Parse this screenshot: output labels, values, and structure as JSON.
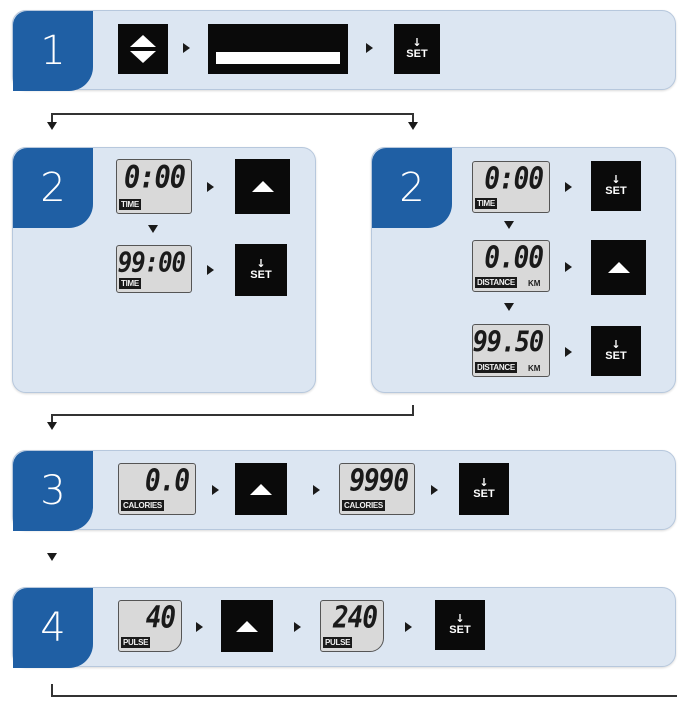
{
  "steps": [
    {
      "number": "1"
    },
    {
      "number": "2"
    },
    {
      "number": "2"
    },
    {
      "number": "3"
    },
    {
      "number": "4"
    }
  ],
  "buttons": {
    "set_label": "SET",
    "set_arrow": "↓"
  },
  "displays": {
    "time_start": {
      "value": "0:00",
      "label": "TIME"
    },
    "time_end": {
      "value": "99:00",
      "label": "TIME"
    },
    "dist_time": {
      "value": "0:00",
      "label": "TIME"
    },
    "dist_start": {
      "value": "0.00",
      "label": "DISTANCE",
      "unit": "KM"
    },
    "dist_end": {
      "value": "99.50",
      "label": "DISTANCE",
      "unit": "KM"
    },
    "cal_start": {
      "value": "0.0",
      "label": "CALORIES"
    },
    "cal_end": {
      "value": "9990",
      "label": "CALORIES"
    },
    "pulse_start": {
      "value": "40",
      "label": "PULSE"
    },
    "pulse_end": {
      "value": "240",
      "label": "PULSE"
    }
  },
  "colors": {
    "panel": "#dce6f2",
    "step_badge": "#1f5fa4",
    "button": "#0a0a0a",
    "lcd": "#d9d9d9"
  }
}
